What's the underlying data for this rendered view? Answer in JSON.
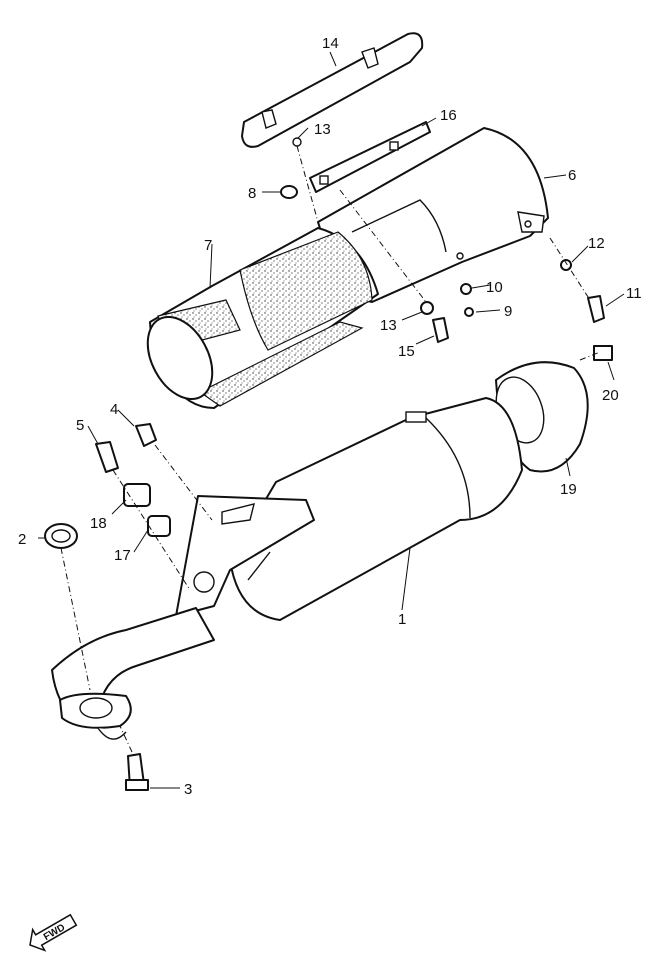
{
  "callouts": {
    "c1": "1",
    "c2": "2",
    "c3": "3",
    "c4": "4",
    "c5": "5",
    "c6": "6",
    "c7": "7",
    "c8": "8",
    "c9": "9",
    "c10": "10",
    "c11": "11",
    "c12": "12",
    "c13a": "13",
    "c13b": "13",
    "c14": "14",
    "c15": "15",
    "c16": "16",
    "c17": "17",
    "c18": "18",
    "c19": "19",
    "c20": "20"
  },
  "fwd_label": "FWD",
  "colors": {
    "ink": "#111111",
    "paper": "#ffffff"
  }
}
